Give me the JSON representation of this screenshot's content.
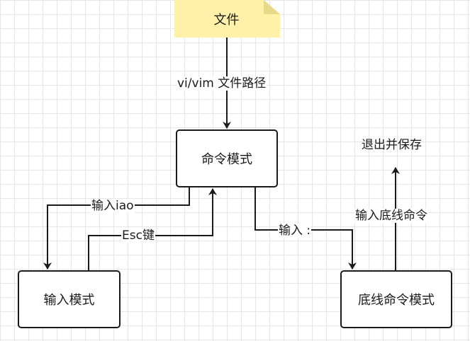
{
  "nodes": {
    "file": "文件",
    "command_mode": "命令模式",
    "insert_mode": "输入模式",
    "last_line_mode": "底线命令模式"
  },
  "edges": {
    "file_to_command": "vi/vim 文件路径",
    "command_to_insert": "输入iao",
    "insert_to_command": "Esc键",
    "command_to_lastline": "输入 :",
    "lastline_to_exit": "输入底线命令"
  },
  "exit_label": "退出并保存",
  "colors": {
    "note_fill": "#fff2a8",
    "note_fold": "#f0e08a",
    "stroke": "#1a1a1a",
    "grid": "#e6e6e6"
  }
}
